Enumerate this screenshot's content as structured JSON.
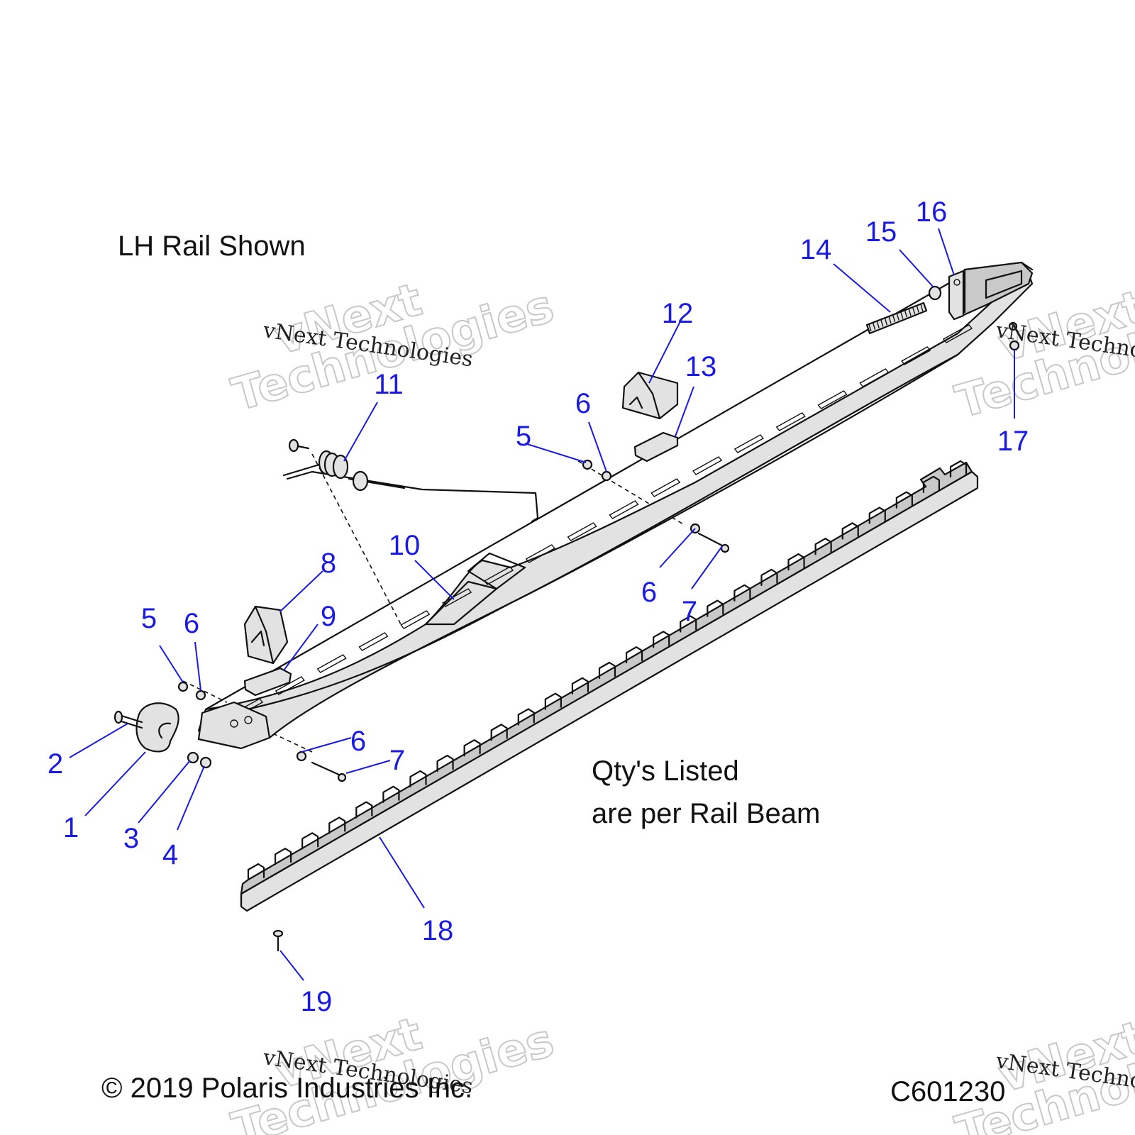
{
  "notes": {
    "view_label": "LH Rail Shown",
    "qty_line1": "Qty's Listed",
    "qty_line2": "are per Rail Beam",
    "copyright": "© 2019 Polaris Industries Inc.",
    "figure_code": "C601230"
  },
  "watermark": {
    "line1": "vNext",
    "line2": "Technologies",
    "caption": "vNext Technologies"
  },
  "callouts": [
    "1",
    "2",
    "3",
    "4",
    "5",
    "6",
    "7",
    "8",
    "9",
    "10",
    "11",
    "12",
    "13",
    "14",
    "15",
    "16",
    "17",
    "18",
    "19"
  ],
  "colors": {
    "callout": "#1a1ae6",
    "linework": "#111111",
    "fill": "#e2e2e2"
  }
}
